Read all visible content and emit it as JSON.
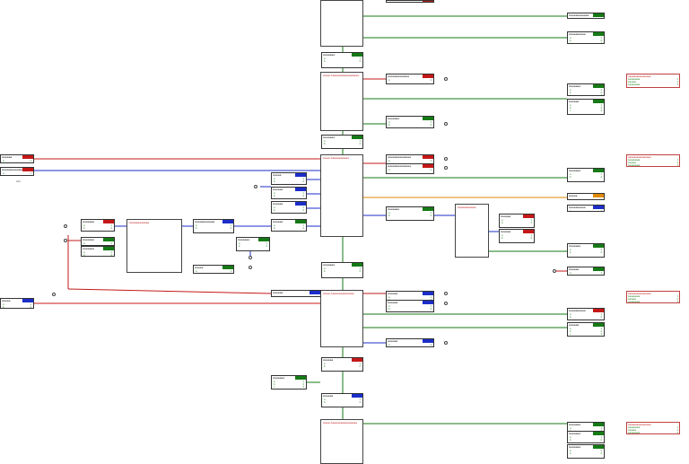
{
  "palette": {
    "red": "#c41818",
    "blue": "#1c2ec8",
    "green": "#157a15",
    "orange": "#e08a00"
  },
  "labels": {
    "small_text": "ccc"
  },
  "nodes": [
    {
      "title": "Aaaaaaaaaaaa",
      "rows": [
        [
          "a",
          "1"
        ],
        [
          "b",
          "2"
        ],
        [
          "c",
          "3"
        ]
      ],
      "color": "green"
    },
    {
      "title": "Aaaaaaaaaa",
      "rows": [
        [
          "a",
          "1"
        ],
        [
          "b",
          "2"
        ],
        [
          "c",
          "3"
        ]
      ],
      "color": "green"
    },
    {
      "title": "Aaaaaaa",
      "rows": [
        [
          "a",
          "1"
        ],
        [
          "b",
          "2"
        ]
      ],
      "color": "green"
    },
    {
      "title": "Aaaaaaaaaaaaa",
      "rows": [
        [
          "a",
          "1"
        ]
      ],
      "color": "red"
    },
    {
      "title": "Aaaaaaa",
      "rows": [
        [
          "a",
          "1"
        ],
        [
          "b",
          "2"
        ],
        [
          "c",
          "3"
        ]
      ],
      "color": "green"
    },
    {
      "title": "Aaaaaa",
      "rows": [
        [
          "a",
          "1"
        ],
        [
          "b",
          "2"
        ],
        [
          "c",
          "3"
        ]
      ],
      "color": "green"
    },
    {
      "title": "Aaaaaaa",
      "rows": [
        [
          "a",
          "1"
        ],
        [
          "b",
          "2"
        ]
      ],
      "color": "green"
    },
    {
      "title": "Aaaaaaaaaaaaaa",
      "rows": [
        [
          "a",
          "1"
        ]
      ],
      "color": "red"
    },
    {
      "title": "Aaaaaaaaaaaaaa",
      "rows": [
        [
          "a",
          "1"
        ]
      ],
      "color": "red"
    },
    {
      "title": "Aaaaaaa",
      "rows": [
        [
          "a",
          "1"
        ],
        [
          "b",
          "2"
        ]
      ],
      "color": "green"
    },
    {
      "title": "Aaaaaa",
      "rows": [
        [
          "a",
          "1"
        ],
        [
          "b",
          "2"
        ]
      ],
      "color": "green"
    },
    {
      "title": "Aaaaa",
      "rows": [
        [
          "a",
          "1"
        ]
      ],
      "color": "orange"
    },
    {
      "title": "Aaaaaaaaaa",
      "rows": [
        [
          "a",
          "1"
        ]
      ],
      "color": "blue"
    },
    {
      "title": "Aaaaa",
      "rows": [
        [
          "a",
          "1"
        ],
        [
          "b",
          "2"
        ]
      ],
      "color": "blue"
    },
    {
      "title": "Aaaaaa",
      "rows": [
        [
          "a",
          "1"
        ],
        [
          "b",
          "2"
        ]
      ],
      "color": "blue"
    },
    {
      "title": "Aaaaaa",
      "rows": [
        [
          "a",
          "1"
        ],
        [
          "b",
          "2"
        ]
      ],
      "color": "blue"
    },
    {
      "title": "Aaaaaa",
      "rows": [
        [
          "a",
          "1"
        ],
        [
          "b",
          "2"
        ]
      ],
      "color": "green"
    },
    {
      "title": "Aaaaaa",
      "rows": [
        [
          "a",
          "1"
        ]
      ],
      "color": "red"
    },
    {
      "title": "Aaaaaaaaaaaaaaa",
      "rows": [
        [
          "a",
          "1"
        ],
        [
          "b",
          "2"
        ]
      ],
      "color": "red"
    },
    {
      "title": "Aaaaaaa",
      "rows": [
        [
          "a",
          "1"
        ],
        [
          "b",
          "2"
        ]
      ],
      "color": "red"
    },
    {
      "title": "Aaaaaaa",
      "rows": [
        [
          "a",
          "1"
        ],
        [
          "b",
          "2"
        ],
        [
          "c",
          "3"
        ]
      ],
      "color": "green"
    },
    {
      "title": "Aaaaaaa",
      "rows": [
        [
          "a",
          "1"
        ],
        [
          "b",
          "2"
        ],
        [
          "c",
          "3"
        ]
      ],
      "color": "green"
    },
    {
      "title": "Aaaaaaaaaaaa",
      "rows": [
        [
          "a",
          "1"
        ],
        [
          "b",
          "2"
        ]
      ],
      "color": "blue"
    },
    {
      "title": "Aaaaaaa",
      "rows": [
        [
          "a",
          "1"
        ],
        [
          "b",
          "2"
        ]
      ],
      "color": "green"
    },
    {
      "title": "Aaaaaaa",
      "rows": [
        [
          "a",
          "1"
        ],
        [
          "b",
          "2"
        ]
      ],
      "color": "green"
    },
    {
      "title": "Aaaaaaa",
      "rows": [
        [
          "a",
          "1"
        ],
        [
          "b",
          "2"
        ]
      ],
      "color": "green"
    },
    {
      "title": "Aaaaaa",
      "rows": [
        [
          "a",
          "1"
        ],
        [
          "b",
          "2"
        ]
      ],
      "color": "red"
    },
    {
      "title": "Aaaaa",
      "rows": [
        [
          "a",
          "1"
        ],
        [
          "b",
          "2"
        ]
      ],
      "color": "green"
    },
    {
      "title": "Aaaaaaa",
      "rows": [
        [
          "a",
          "1"
        ],
        [
          "b",
          "2"
        ]
      ],
      "color": "green"
    },
    {
      "title": "Aaaaaa",
      "rows": [
        [
          "a",
          "1"
        ],
        [
          "b",
          "2"
        ]
      ],
      "color": "blue"
    },
    {
      "title": "Aaaaa",
      "rows": [
        [
          "a",
          "1"
        ],
        [
          "b",
          "2"
        ]
      ],
      "color": "blue"
    },
    {
      "title": "Aaaaaa",
      "rows": [
        [
          "a",
          "1"
        ],
        [
          "b",
          "2"
        ]
      ],
      "color": "blue"
    },
    {
      "title": "Aaaaaa",
      "rows": [
        [
          "a",
          "1"
        ],
        [
          "b",
          "2"
        ]
      ],
      "color": "blue"
    },
    {
      "title": "Aaaaaa",
      "rows": [
        [
          "a",
          "1"
        ],
        [
          "b",
          "2"
        ]
      ],
      "color": "blue"
    },
    {
      "title": "Aaaaaaaaaa",
      "rows": [
        [
          "a",
          "1"
        ],
        [
          "b",
          "2"
        ]
      ],
      "color": "red"
    },
    {
      "title": "Aaaaaa",
      "rows": [
        [
          "a",
          "1"
        ],
        [
          "b",
          "2"
        ],
        [
          "c",
          "3"
        ]
      ],
      "color": "green"
    },
    {
      "title": "Aaaaaaa",
      "rows": [
        [
          "a",
          "1"
        ],
        [
          "b",
          "2"
        ],
        [
          "c",
          "3"
        ]
      ],
      "color": "green"
    },
    {
      "title": "Aaaaaa",
      "rows": [
        [
          "a",
          "1"
        ],
        [
          "b",
          "2"
        ]
      ],
      "color": "red"
    },
    {
      "title": "Aaaaaa",
      "rows": [
        [
          "a",
          "1"
        ],
        [
          "b",
          "2"
        ]
      ],
      "color": "blue"
    },
    {
      "title": "Aaaaaaa",
      "rows": [
        [
          "a",
          "1"
        ],
        [
          "b",
          "2"
        ],
        [
          "c",
          "3"
        ]
      ],
      "color": "green"
    },
    {
      "title": "Aaaaaaa",
      "rows": [
        [
          "a",
          "1"
        ],
        [
          "b",
          "2"
        ]
      ],
      "color": "green"
    },
    {
      "title": "Aaaaaaa",
      "rows": [
        [
          "a",
          "1"
        ],
        [
          "b",
          "2"
        ]
      ],
      "color": "green"
    },
    {
      "title": "Aaaaaaa",
      "rows": [
        [
          "a",
          "1"
        ],
        [
          "b",
          "2"
        ]
      ],
      "color": "green"
    },
    {
      "title": "Aaaaaa",
      "rows": [
        [
          "a",
          "1"
        ],
        [
          "b",
          "2"
        ]
      ],
      "color": "green"
    },
    {
      "title": "Aaaaaa",
      "rows": [
        [
          "a",
          "1"
        ],
        [
          "b",
          "2"
        ]
      ],
      "color": "red"
    },
    {
      "title": "Aaaaaaa",
      "rows": [
        [
          "a",
          "1"
        ],
        [
          "b",
          "2"
        ]
      ],
      "color": "green"
    },
    {
      "title": "Aaaaaa",
      "rows": [
        [
          "a",
          "1"
        ]
      ],
      "color": "red"
    }
  ],
  "bigs": [
    {
      "title": ""
    },
    {
      "title": "Aaaa Aaaaaaaaaaaaaaaaa"
    },
    {
      "title": "Aaaa Aaaaaaaaaaa"
    },
    {
      "title": "Aaaaaaaaaaaa"
    },
    {
      "title": "Aaaaaaaaaaa"
    },
    {
      "title": "Aaaa Aaaaaaaaaaaaaa"
    },
    {
      "title": "Aaaa Aaaaaaaaaaaaaaaa"
    }
  ],
  "notes": [
    {
      "title": "Aaaaaaaaaaaaaaaa",
      "rows": [
        [
          "Aaaaaaaaa",
          "1"
        ],
        [
          "Aaaaaa",
          "2"
        ],
        [
          "Aaaaaaaaa",
          "3"
        ]
      ]
    },
    {
      "title": "Aaaaaaaaaaaaaaaa",
      "rows": [
        [
          "Aaaaaaaaa",
          "1"
        ],
        [
          "Aaaaaa",
          "2"
        ],
        [
          "Aaaaaaaaa",
          "3"
        ]
      ]
    },
    {
      "title": "Aaaaaaaaaaaaaaaa",
      "rows": [
        [
          "Aaaaaaaaa",
          "1"
        ],
        [
          "Aaaaaa",
          "2"
        ],
        [
          "Aaaaaaaaa",
          "3"
        ]
      ]
    },
    {
      "title": "Aaaaaaaaaaaaaaaa",
      "rows": [
        [
          "Aaaaaaaaa",
          "1"
        ],
        [
          "Aaaaaa",
          "2"
        ],
        [
          "Aaaaaaaaa",
          "3"
        ]
      ]
    }
  ]
}
